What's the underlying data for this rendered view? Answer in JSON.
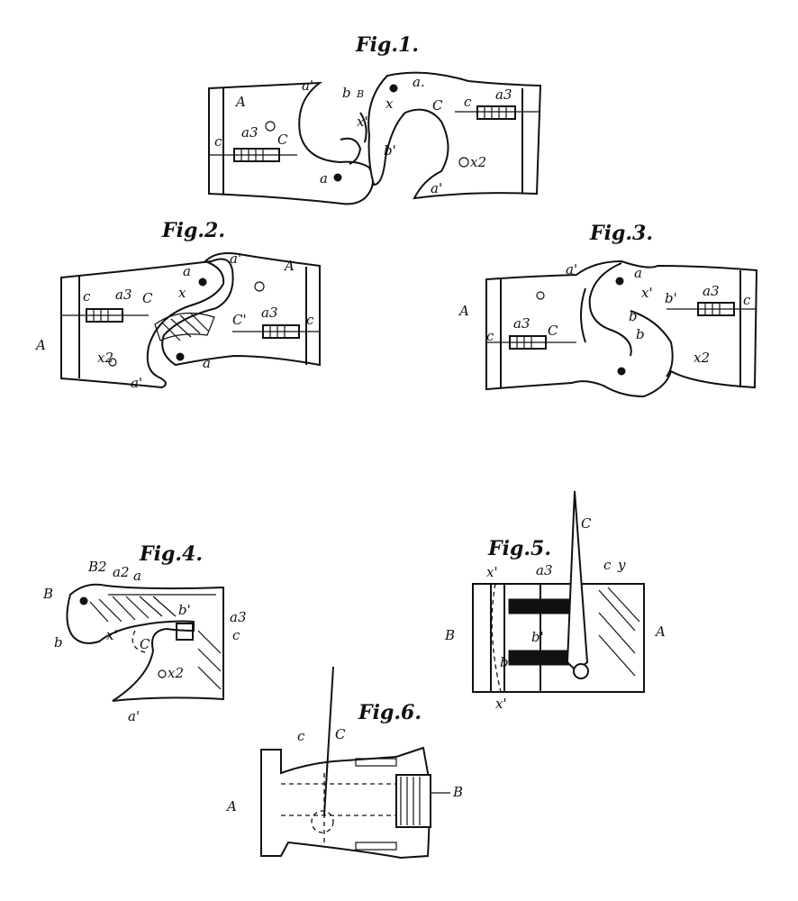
{
  "figures": {
    "fig1": {
      "title": "Fig.1.",
      "labels": [
        "A",
        "a'",
        "b",
        "B",
        "a.",
        "C",
        "c",
        "a3",
        "x",
        "x'",
        "c",
        "a3",
        "C",
        "b'",
        "x2",
        "a",
        "a'"
      ]
    },
    "fig2": {
      "title": "Fig.2.",
      "labels": [
        "a'",
        "A",
        "a",
        "c",
        "a3",
        "C",
        "x",
        "C'",
        "a3",
        "c",
        "A",
        "x2",
        "a",
        "a'"
      ]
    },
    "fig3": {
      "title": "Fig.3.",
      "labels": [
        "a'",
        "a",
        "x'",
        "b'",
        "a3",
        "c",
        "A",
        "b",
        "a3",
        "C",
        "b",
        "c",
        "x2"
      ]
    },
    "fig4": {
      "title": "Fig.4.",
      "labels": [
        "B2",
        "a2",
        "a",
        "B",
        "b'",
        "a3",
        "b",
        "x'",
        "C",
        "c",
        "x2",
        "a'"
      ]
    },
    "fig5": {
      "title": "Fig.5.",
      "labels": [
        "C",
        "x'",
        "a3",
        "c",
        "y",
        "B",
        "b'",
        "A",
        "b",
        "x'"
      ]
    },
    "fig6": {
      "title": "Fig.6.",
      "labels": [
        "c",
        "C",
        "A",
        "B"
      ]
    }
  }
}
